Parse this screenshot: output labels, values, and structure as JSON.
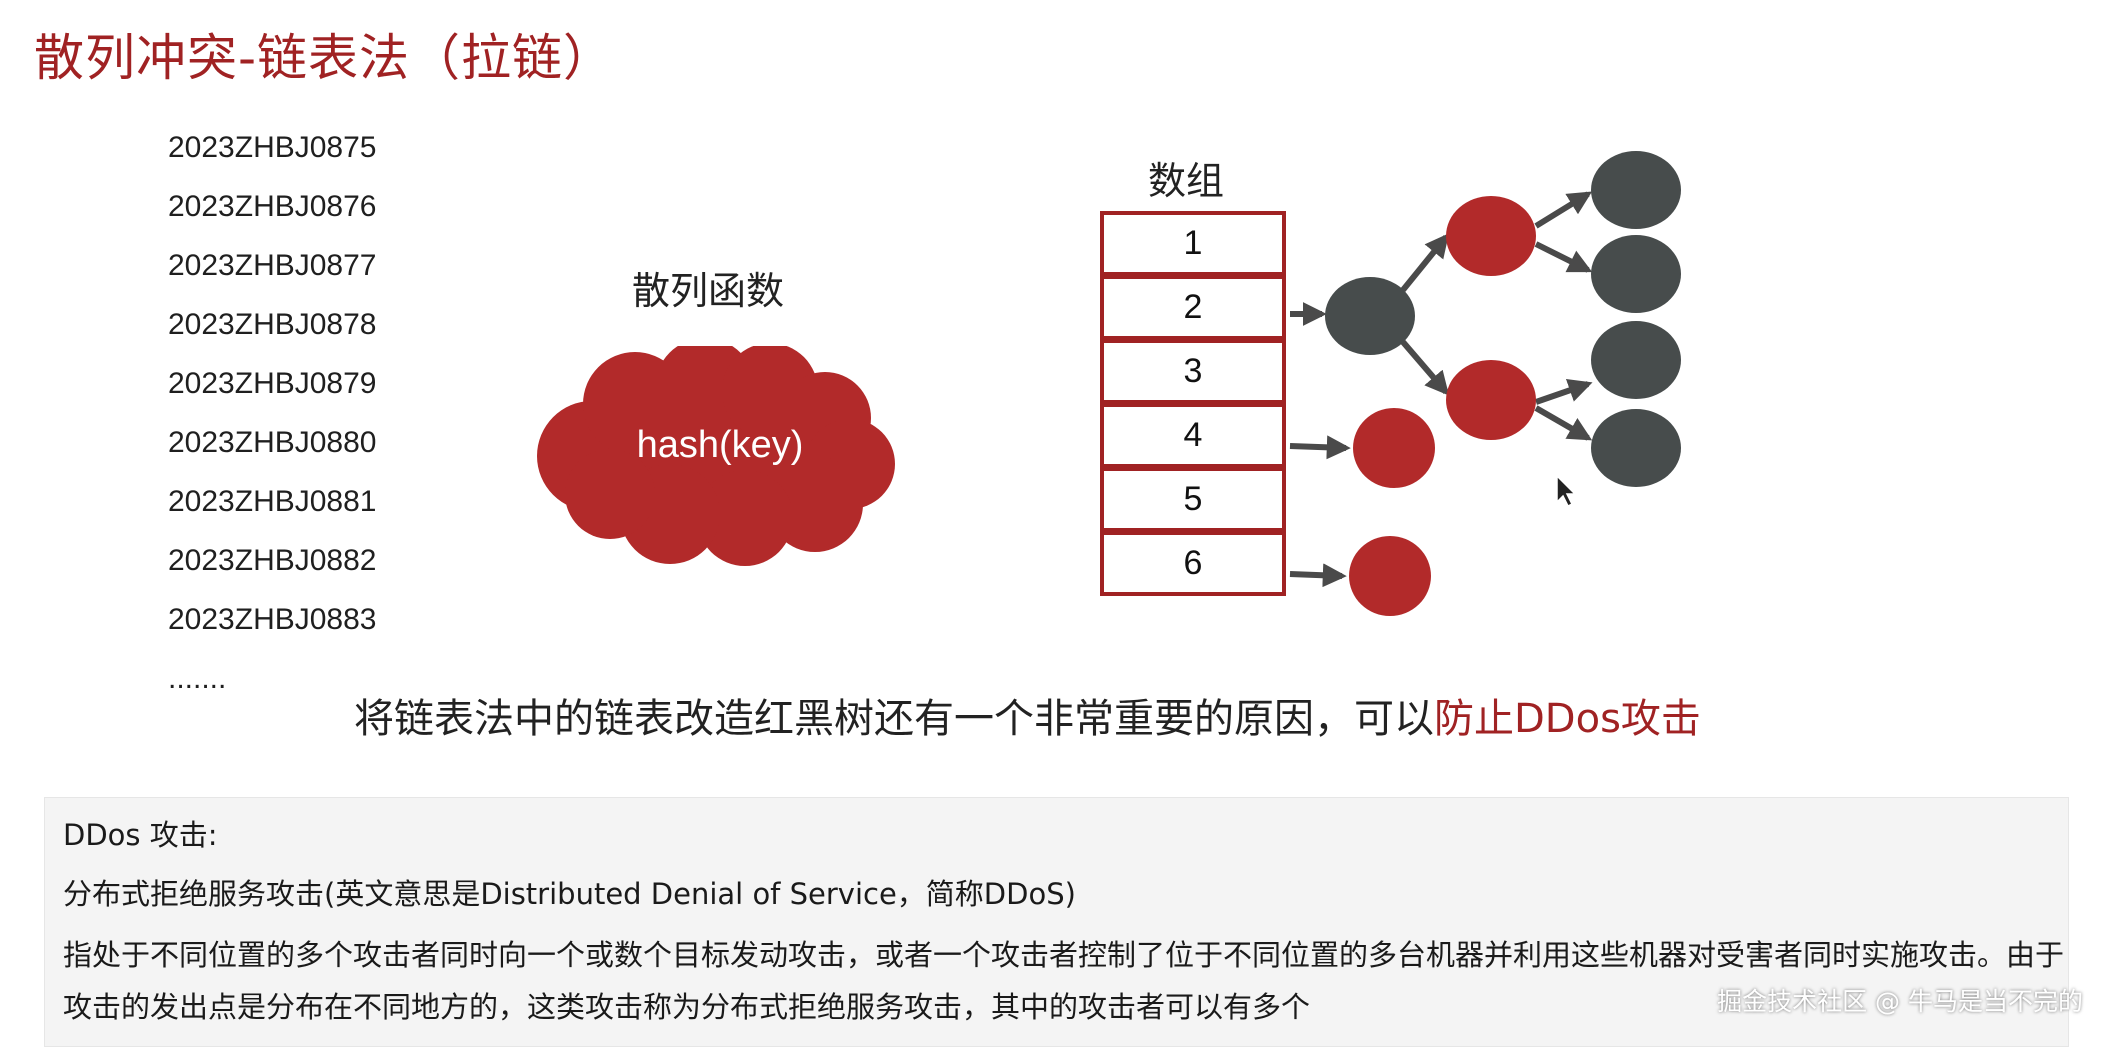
{
  "title": "散列冲突-链表法（拉链）",
  "keys": [
    "2023ZHBJ0875",
    "2023ZHBJ0876",
    "2023ZHBJ0877",
    "2023ZHBJ0878",
    "2023ZHBJ0879",
    "2023ZHBJ0880",
    "2023ZHBJ0881",
    "2023ZHBJ0882",
    "2023ZHBJ0883"
  ],
  "keys_ellipsis": ".......",
  "hash_function": {
    "label": "散列函数",
    "text": "hash(key)"
  },
  "array": {
    "label": "数组",
    "cells": [
      "1",
      "2",
      "3",
      "4",
      "5",
      "6"
    ]
  },
  "statement": {
    "text": "将链表法中的链表改造红黑树还有一个非常重要的原因，可以",
    "highlight": "防止DDos攻击"
  },
  "info": {
    "line1": "DDos 攻击:",
    "line2": "分布式拒绝服务攻击(英文意思是Distributed Denial of Service，简称DDoS)",
    "line3": "指处于不同位置的多个攻击者同时向一个或数个目标发动攻击，或者一个攻击者控制了位于不同位置的多台机器并利用这些机器对受害者同时实施攻击。由于",
    "line4": "攻击的发出点是分布在不同地方的，这类攻击称为分布式拒绝服务攻击，其中的攻击者可以有多个"
  },
  "watermark": "掘金技术社区 @ 牛马是当不完的",
  "colors": {
    "accent": "#a02223",
    "node_red": "#b22a2a",
    "node_black": "#474c4c"
  }
}
